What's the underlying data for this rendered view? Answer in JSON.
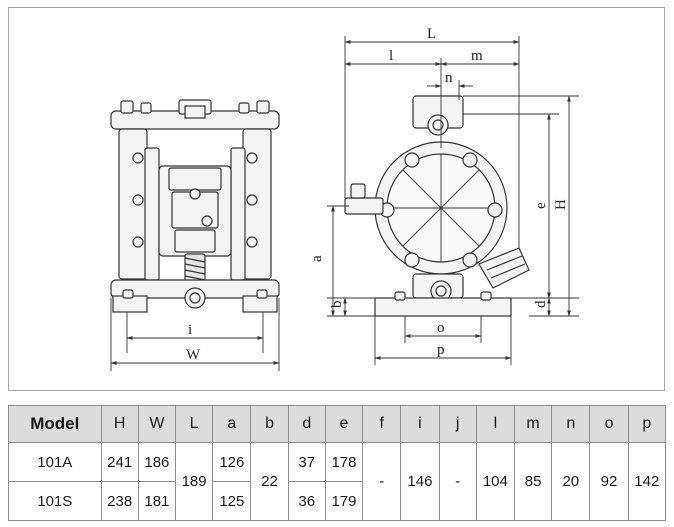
{
  "drawing": {
    "labels": {
      "L": "L",
      "l": "l",
      "m": "m",
      "n": "n",
      "e": "e",
      "H": "H",
      "a": "a",
      "b": "b",
      "d": "d",
      "o": "o",
      "p": "p",
      "i": "i",
      "W": "W"
    }
  },
  "table": {
    "headers": [
      "Model",
      "H",
      "W",
      "L",
      "a",
      "b",
      "d",
      "e",
      "f",
      "i",
      "j",
      "l",
      "m",
      "n",
      "o",
      "p"
    ],
    "rows": [
      {
        "model": "101A",
        "H": "241",
        "W": "186",
        "a": "126",
        "d": "37",
        "e": "178"
      },
      {
        "model": "101S",
        "H": "238",
        "W": "181",
        "a": "125",
        "d": "36",
        "e": "179"
      }
    ],
    "shared": {
      "L": "189",
      "b": "22",
      "f": "-",
      "i": "146",
      "j": "-",
      "l": "104",
      "m": "85",
      "n": "20",
      "o": "92",
      "p": "142"
    }
  },
  "colors": {
    "frame": "#a6a6a6",
    "header_bg": "#dcdcdc",
    "line": "#3a3a3a"
  }
}
